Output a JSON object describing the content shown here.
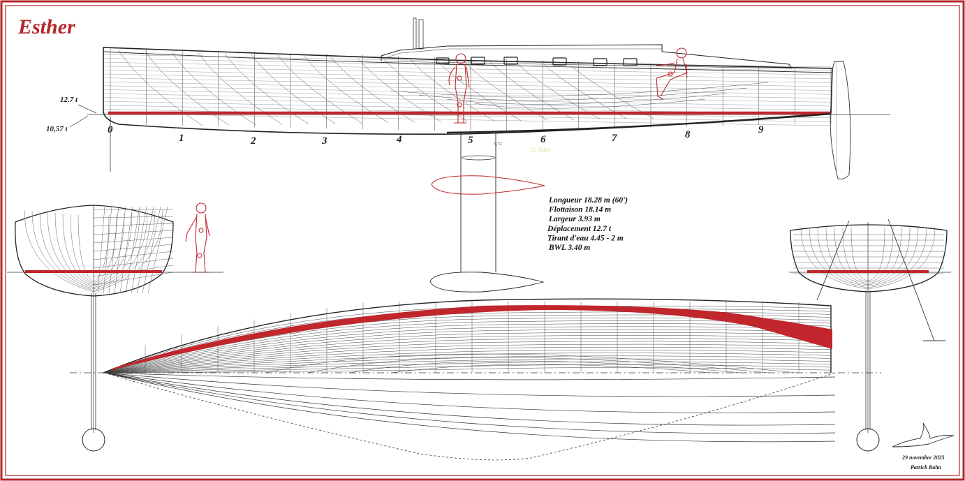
{
  "title": "Esther",
  "displacement_marks": {
    "upper": "12.7 t",
    "lower": "10,57 t"
  },
  "stations": [
    "0",
    "1",
    "2",
    "3",
    "4",
    "5",
    "6",
    "7",
    "8",
    "9"
  ],
  "specs": [
    "Longueur 18.28 m (60')",
    "Flottaison 18.14 m",
    "Largeur 3.93 m",
    "Déplacement 12.7 t",
    "Tirant d'eau 4.45 - 2 m",
    "BWL 3.40 m"
  ],
  "mark_small": "9,72",
  "ghost_label": "12.3986",
  "date": "29 novembre 2025",
  "author": "Patrick Balta",
  "colors": {
    "frame": "#b3262b",
    "accent_red": "#c0262b",
    "line": "#222222"
  }
}
